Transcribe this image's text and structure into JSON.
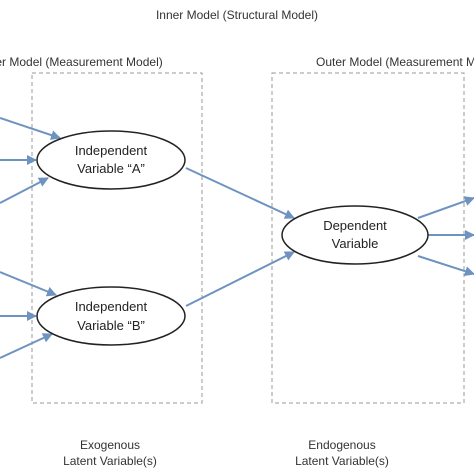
{
  "titles": {
    "inner_model": "Inner Model (Structural Model)",
    "left_section": "Outer Model (Measurement Model)",
    "right_section": "Outer Model (Measurement Model)"
  },
  "nodes": {
    "independent_a": {
      "line1": "Independent",
      "line2": "Variable “A”"
    },
    "independent_b": {
      "line1": "Independent",
      "line2": "Variable “B”"
    },
    "dependent": {
      "line1": "Dependent",
      "line2": "Variable"
    }
  },
  "captions": {
    "exogenous": {
      "line1": "Exogenous",
      "line2": "Latent Variable(s)"
    },
    "endogenous": {
      "line1": "Endogenous",
      "line2": "Latent Variable(s)"
    }
  },
  "colors": {
    "arrow": "#6f93c0",
    "box_border": "#9a9a9a",
    "ellipse_stroke": "#222222"
  }
}
